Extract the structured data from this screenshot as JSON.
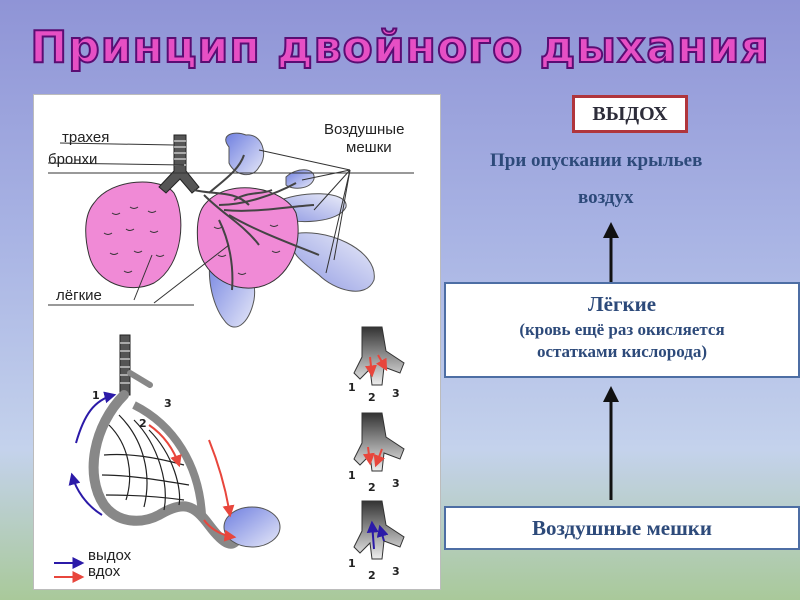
{
  "title": "Принцип двойного дыхания",
  "diagram": {
    "labels": {
      "trachea": "трахея",
      "bronchi": "бронхи",
      "air_sacs_line1": "Воздушные",
      "air_sacs_line2": "мешки",
      "lungs": "лёгкие"
    },
    "path_numbers": [
      "1",
      "2",
      "3"
    ],
    "legend": {
      "exhale": "выдох",
      "inhale": "вдох"
    },
    "colors": {
      "lung": "#f08ad6",
      "air_sac": "#7f8be0",
      "exhale_arrow": "#2b1aa8",
      "inhale_arrow": "#e8463c"
    }
  },
  "flow": {
    "phase": "ВЫДОХ",
    "line1": "При опускании крыльев",
    "line2": "воздух",
    "lungs_title": "Лёгкие",
    "lungs_note1": "(кровь ещё раз окисляется",
    "lungs_note2": "остатками кислорода)",
    "air_sacs": "Воздушные мешки"
  }
}
